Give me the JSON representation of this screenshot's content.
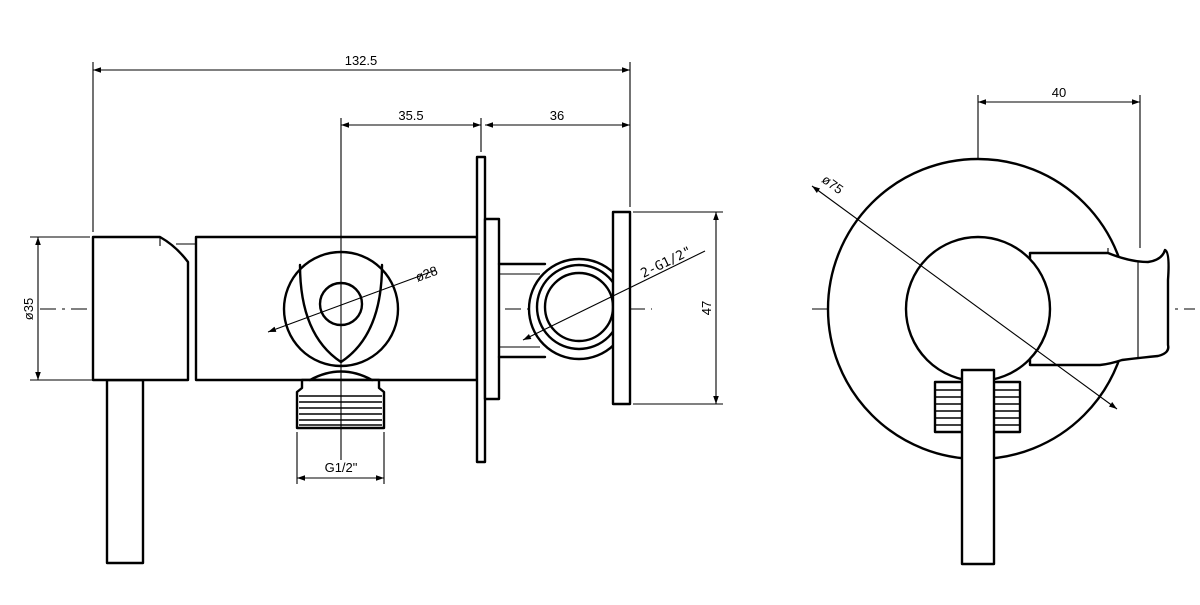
{
  "dimensions": {
    "overall_length": "132.5",
    "center_to_plate": "35.5",
    "plate_to_face": "36",
    "body_diameter": "ø35",
    "cap_diameter": "ø28",
    "outlet_thread": "2-G1/2\"",
    "height": "47",
    "inlet_thread": "G1/2\"",
    "rosette_diameter": "ø75",
    "offset_width": "40"
  },
  "colors": {
    "line": "#000000",
    "background": "#ffffff"
  }
}
